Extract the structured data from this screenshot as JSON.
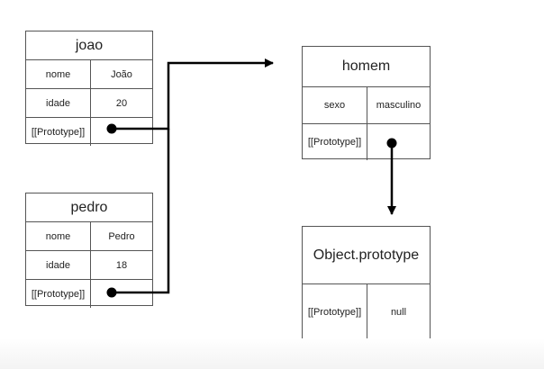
{
  "objects": {
    "joao": {
      "name": "joao",
      "rows": [
        {
          "key": "nome",
          "value": "João"
        },
        {
          "key": "idade",
          "value": "20"
        },
        {
          "key": "[[Prototype]]",
          "value": ""
        }
      ]
    },
    "pedro": {
      "name": "pedro",
      "rows": [
        {
          "key": "nome",
          "value": "Pedro"
        },
        {
          "key": "idade",
          "value": "18"
        },
        {
          "key": "[[Prototype]]",
          "value": ""
        }
      ]
    },
    "homem": {
      "name": "homem",
      "rows": [
        {
          "key": "sexo",
          "value": "masculino"
        },
        {
          "key": "[[Prototype]]",
          "value": ""
        }
      ]
    },
    "object_prototype": {
      "name": "Object.prototype",
      "rows": [
        {
          "key": "[[Prototype]]",
          "value": "null"
        }
      ]
    }
  }
}
